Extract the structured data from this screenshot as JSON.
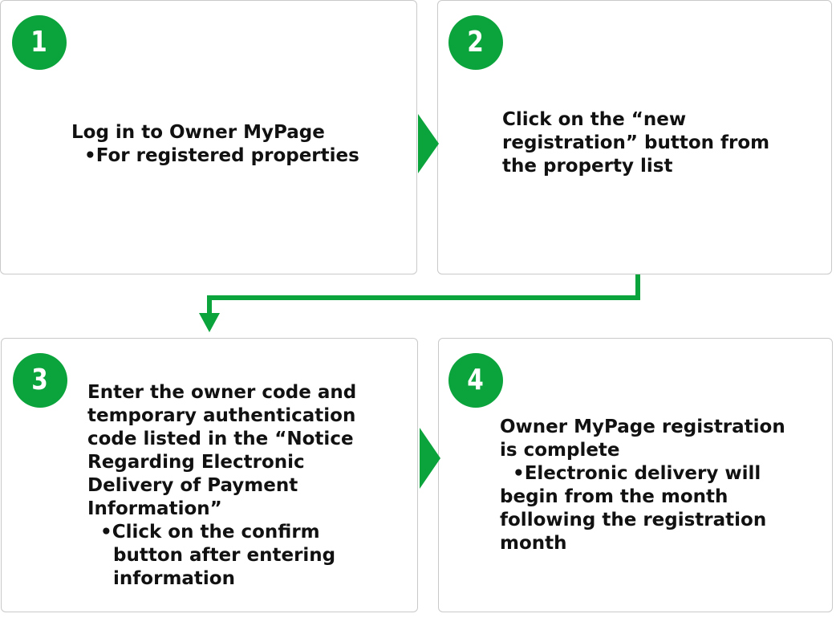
{
  "accent_color": "#0ba33b",
  "steps": [
    {
      "number": "1",
      "lines": [
        "Log in to Owner MyPage",
        "  •For registered properties"
      ]
    },
    {
      "number": "2",
      "lines": [
        "Click on the “new",
        "registration” button from",
        "the property list"
      ]
    },
    {
      "number": "3",
      "lines": [
        "Enter the owner code and",
        "temporary authentication",
        "code listed in the “Notice",
        "Regarding Electronic",
        "Delivery of Payment",
        "Information”",
        "  •Click on the confirm",
        "    button after entering",
        "    information"
      ]
    },
    {
      "number": "4",
      "lines": [
        "Owner MyPage registration",
        "is complete",
        "  •Electronic delivery will",
        "begin from the month",
        "following the registration",
        "month"
      ]
    }
  ]
}
